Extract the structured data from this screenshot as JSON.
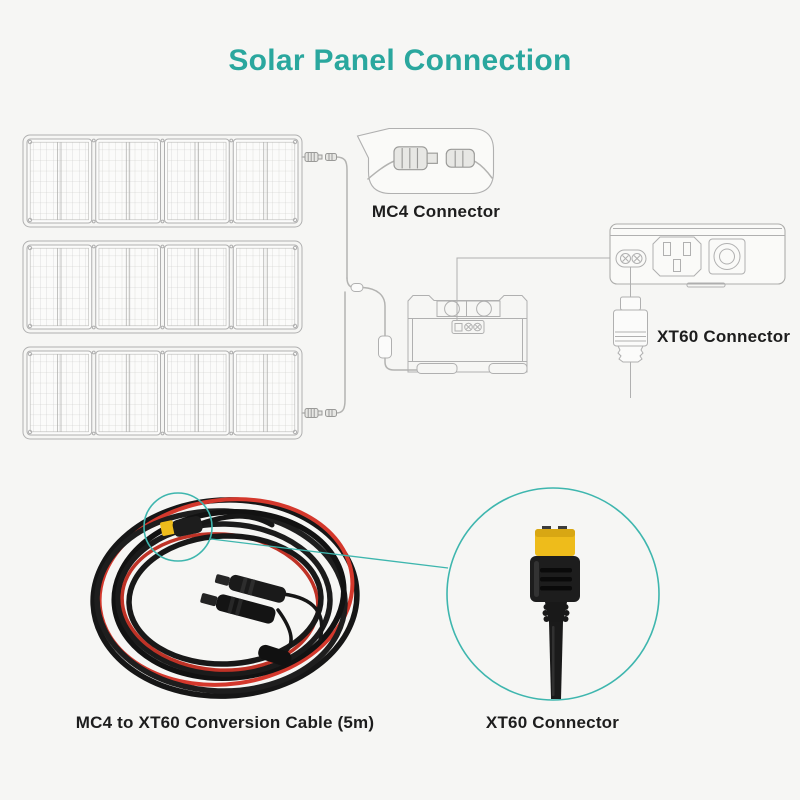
{
  "theme": {
    "bg": "#f6f6f4",
    "accent": "#2aa79e",
    "annotation": "#3eb6ae",
    "line_art": "#b0b0b0",
    "label": "#1d1d1d",
    "cable_black": "#1a1a1a",
    "cable_red": "#d4382c",
    "xt60_yellow": "#eebc1b"
  },
  "header": {
    "title": "Solar Panel Connection"
  },
  "callouts": {
    "mc4": {
      "label": "MC4 Connector"
    },
    "xt60_port": {
      "label": "XT60 Connector"
    },
    "conversion_cable": {
      "label": "MC4 to XT60 Conversion Cable (5m)"
    },
    "xt60_plug": {
      "label": "XT60 Connector"
    }
  },
  "illustrations": {
    "solar_panel_array": {
      "rows": 3,
      "panels_per_row": 4
    }
  }
}
